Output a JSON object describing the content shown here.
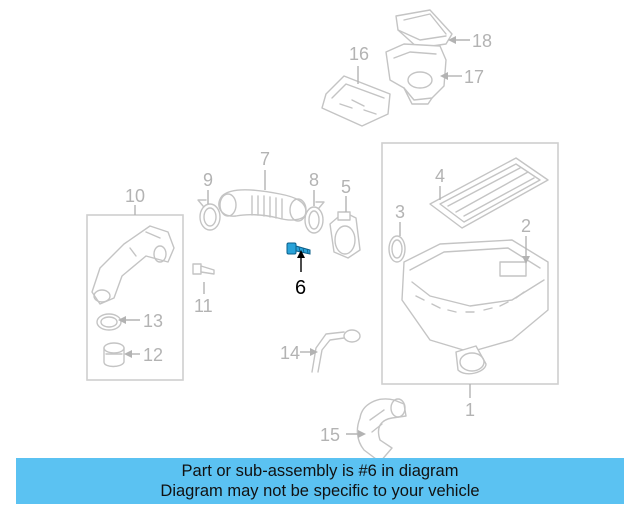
{
  "callouts": {
    "c1": "1",
    "c2": "2",
    "c3": "3",
    "c4": "4",
    "c5": "5",
    "c6": "6",
    "c7": "7",
    "c8": "8",
    "c9": "9",
    "c10": "10",
    "c11": "11",
    "c12": "12",
    "c13": "13",
    "c14": "14",
    "c15": "15",
    "c16": "16",
    "c17": "17",
    "c18": "18"
  },
  "highlight": {
    "part_number": "6",
    "color": "#29a3d9"
  },
  "banner": {
    "line1": "Part or sub-assembly is #6 in diagram",
    "line2": "Diagram may not be specific to your vehicle",
    "background": "#5bc2f2"
  }
}
